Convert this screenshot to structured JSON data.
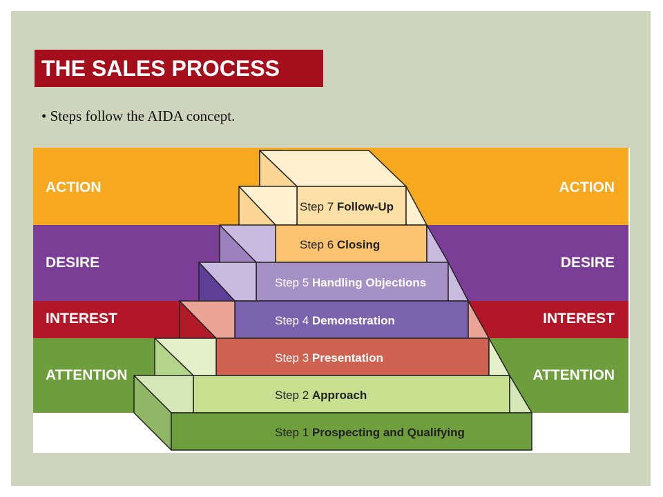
{
  "slide": {
    "title": "THE SALES PROCESS",
    "bullet_marker": "•",
    "bullet": "Steps follow the AIDA concept."
  },
  "diagram": {
    "bands": [
      {
        "id": "action",
        "left_label": "ACTION",
        "right_label": "ACTION",
        "color": "#f6a81f"
      },
      {
        "id": "desire",
        "left_label": "DESIRE",
        "right_label": "DESIRE",
        "color": "#7b3e97"
      },
      {
        "id": "interest",
        "left_label": "INTEREST",
        "right_label": "INTEREST",
        "color": "#b31627"
      },
      {
        "id": "attention",
        "left_label": "ATTENTION",
        "right_label": "ATTENTION",
        "color": "#6d9d3d"
      }
    ],
    "steps": [
      {
        "number": "Step 1",
        "name": "Prospecting and Qualifying",
        "color": "#6f9e3c"
      },
      {
        "number": "Step 2",
        "name": "Approach",
        "color": "#c6e08f"
      },
      {
        "number": "Step 3",
        "name": "Presentation",
        "color": "#cf6150"
      },
      {
        "number": "Step 4",
        "name": "Demonstration",
        "color": "#7b64ad"
      },
      {
        "number": "Step 5",
        "name": "Handling Objections",
        "color": "#a691c6"
      },
      {
        "number": "Step 6",
        "name": "Closing",
        "color": "#fbc36f"
      },
      {
        "number": "Step 7",
        "name": "Follow-Up",
        "color": "#fde0a5"
      }
    ]
  }
}
